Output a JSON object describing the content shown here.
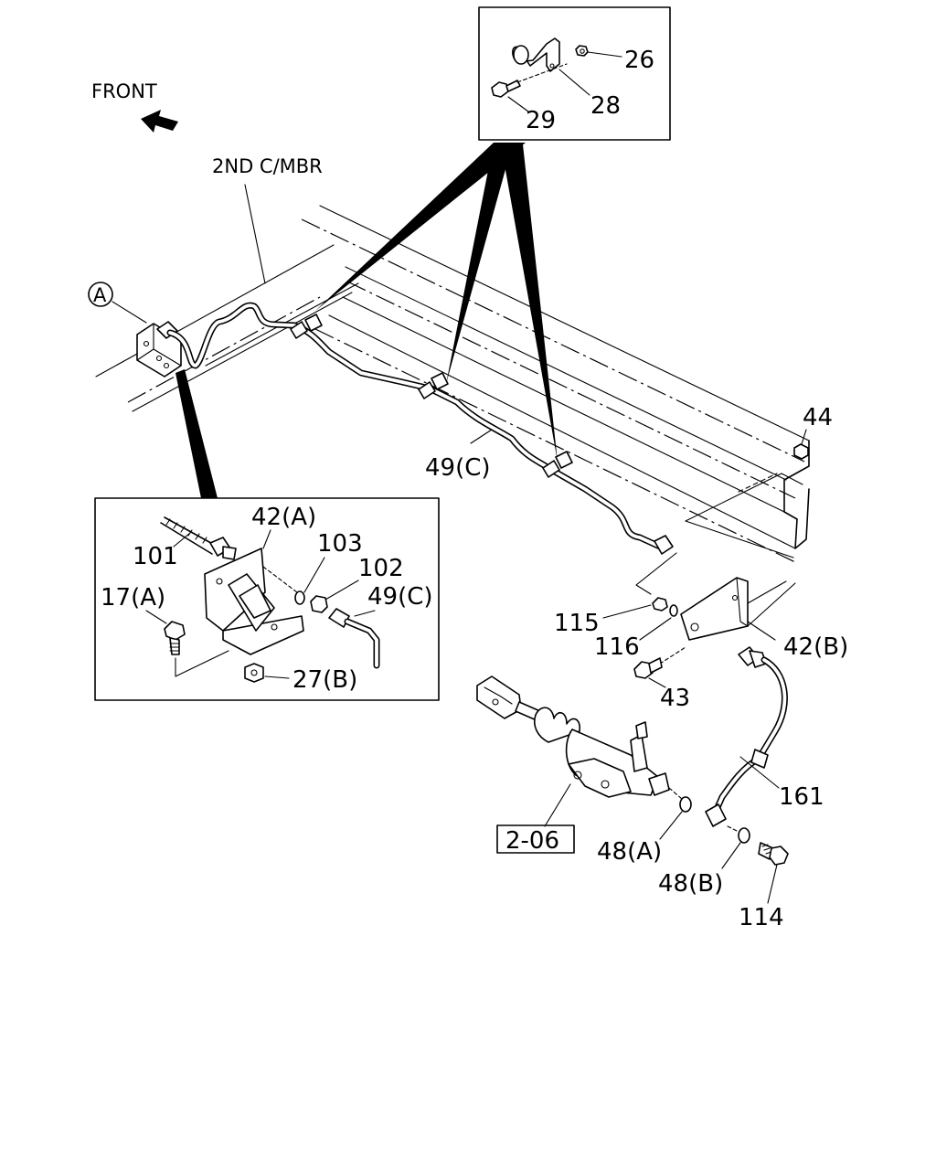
{
  "labels": {
    "front": "FRONT",
    "crossmember": "2ND C/MBR",
    "circle_a": "A",
    "ref_box": "2-06",
    "p26": "26",
    "p28": "28",
    "p29": "29",
    "p44": "44",
    "p49c_main": "49(C)",
    "p42a": "42(A)",
    "p101": "101",
    "p103": "103",
    "p102": "102",
    "p17a": "17(A)",
    "p49c_inset": "49(C)",
    "p27b": "27(B)",
    "p115": "115",
    "p116": "116",
    "p42b": "42(B)",
    "p43": "43",
    "p161": "161",
    "p48a": "48(A)",
    "p48b": "48(B)",
    "p114": "114"
  }
}
